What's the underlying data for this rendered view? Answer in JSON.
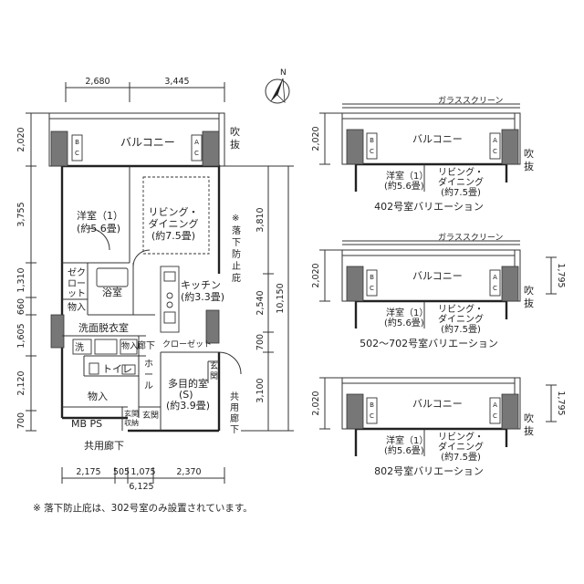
{
  "main_plan": {
    "top_dims": [
      "2,680",
      "3,445"
    ],
    "bottom_dims": [
      "2,175",
      "505",
      "1,075",
      "2,370"
    ],
    "bottom_total": "6,125",
    "left_dims": [
      "2,020",
      "3,755",
      "1,310",
      "660",
      "1,605",
      "2,120",
      "700"
    ],
    "right_dims": [
      "3,810",
      "2,540",
      "700",
      "3,100"
    ],
    "right_total": "10,150",
    "rooms": {
      "balcony": "バルコニー",
      "fukinuke": "吹抜",
      "western1_name": "洋室（1）",
      "western1_size": "(約5.6畳)",
      "living_name1": "リビング・",
      "living_name2": "ダイニング",
      "living_size": "(約7.5畳)",
      "rakka_note": "※落下防止庇",
      "closet": "ゼクロー ット",
      "bath": "浴室",
      "kitchen_name": "キッチン",
      "kitchen_size": "(約3.3畳)",
      "storage1": "物入",
      "washroom": "洗面脱衣室",
      "wash": "洗",
      "storage2": "物入",
      "hallway": "廊下",
      "closet2": "クローゼット",
      "toilet": "トイレ",
      "hall": "ホール",
      "multi_name": "多目的室",
      "multi_s": "(S)",
      "multi_size": "(約3.9畳)",
      "genkan": "玄関",
      "storage3": "物入",
      "genkan_storage": "玄関 収納",
      "genkan2": "玄関",
      "mbps": "MB PS",
      "common_corridor": "共用廊下",
      "common_corridor_side": "共用廊下"
    },
    "markers": [
      "B",
      "C",
      "A",
      "C"
    ]
  },
  "north_label": "N",
  "variations": [
    {
      "title": "402号室バリエーション",
      "glass_screen": "ガラススクリーン",
      "dims": [
        "2,020"
      ],
      "balcony": "バルコニー",
      "fukinuke": "吹抜",
      "western1": "洋室（1）",
      "western1_size": "(約5.6畳)",
      "living1": "リビング・",
      "living2": "ダイニング",
      "living_size": "(約7.5畳)"
    },
    {
      "title": "502〜702号室バリエーション",
      "glass_screen": "ガラススクリーン",
      "dims": [
        "2,020",
        "1,795"
      ],
      "balcony": "バルコニー",
      "fukinuke": "吹抜",
      "western1": "洋室（1）",
      "western1_size": "(約5.6畳)",
      "living1": "リビング・",
      "living2": "ダイニング",
      "living_size": "(約7.5畳)"
    },
    {
      "title": "802号室バリエーション",
      "glass_screen": "",
      "dims": [
        "2,020",
        "1,795"
      ],
      "balcony": "バルコニー",
      "fukinuke": "吹抜",
      "western1": "洋室（1）",
      "western1_size": "(約5.6畳)",
      "living1": "リビング・",
      "living2": "ダイニング",
      "living_size": "(約7.5畳)"
    }
  ],
  "footnote": "※ 落下防止庇は、302号室のみ設置されています。"
}
